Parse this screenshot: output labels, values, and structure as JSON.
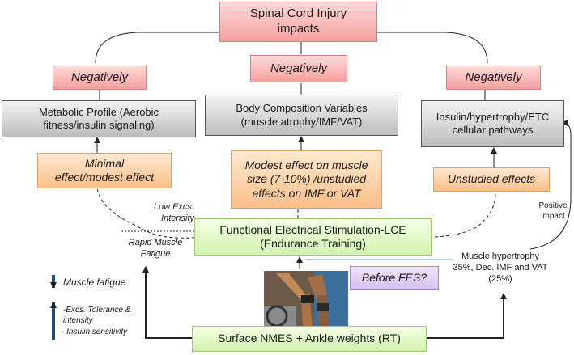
{
  "header": {
    "text": "Spinal Cord Injury impacts"
  },
  "negatively": {
    "left": "Negatively",
    "center": "Negatively",
    "right": "Negatively"
  },
  "metabolic_profile": "Metabolic  Profile (Aerobic fitness/insulin signaling)",
  "body_composition": "Body Composition Variables (muscle atrophy/IMF/VAT)",
  "cellular_pathways": "Insulin/hypertrophy/ETC cellular pathways",
  "effect_left": "Minimal effect/modest effect",
  "effect_center": "Modest effect on muscle size (7-10%) /unstudied effects on IMF or VAT",
  "effect_right": "Unstudied effects",
  "fes": "Functional Electrical Stimulation-LCE (Endurance Training)",
  "before_fes": "Before FES?",
  "nmes": "Surface NMES + Ankle weights (RT)",
  "low_intensity": "Low Excs. Intensity",
  "rapid_fatigue": "Rapid Muscle Fatigue",
  "positive_impact": "Positive impact",
  "hypertrophy": "Muscle hypertrophy 35%, Dec. IMF and VAT (25%)",
  "legend": {
    "fatigue": "Muscle fatigue",
    "tolerance": "-Excs. Tolerance & intensity",
    "insulin": "- Insulin sensitivity"
  },
  "colors": {
    "negative_fill": "#f5a0a0",
    "outcome_fill": "#bdbdbd",
    "effect_fill": "#f9c08a",
    "intervention_fill": "#d4f2b0",
    "question_fill": "#d5bff0",
    "arrow_blue": "#1f4e79"
  }
}
